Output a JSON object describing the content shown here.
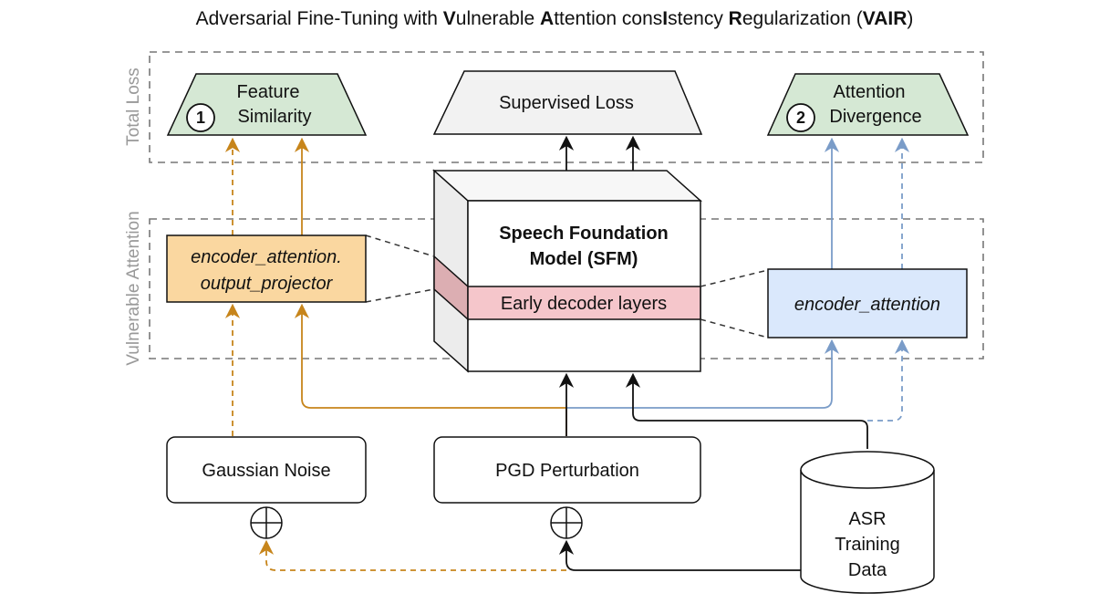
{
  "title": {
    "parts": [
      {
        "text": "Adversarial Fine-Tuning with ",
        "bold": false
      },
      {
        "text": "V",
        "bold": true
      },
      {
        "text": "ulnerable ",
        "bold": false
      },
      {
        "text": "A",
        "bold": true
      },
      {
        "text": "ttention cons",
        "bold": false
      },
      {
        "text": "I",
        "bold": true
      },
      {
        "text": "stency ",
        "bold": false
      },
      {
        "text": "R",
        "bold": true
      },
      {
        "text": "egularization (",
        "bold": false
      },
      {
        "text": "VAIR",
        "bold": true
      },
      {
        "text": ")",
        "bold": false
      }
    ]
  },
  "regions": {
    "total_loss": "Total Loss",
    "vulnerable_attention": "Vulnerable Attention"
  },
  "losses": {
    "feature_similarity": {
      "number": "1",
      "line1": "Feature",
      "line2": "Similarity"
    },
    "supervised": "Supervised Loss",
    "attention_divergence": {
      "number": "2",
      "line1": "Attention",
      "line2": "Divergence"
    }
  },
  "model": {
    "line1": "Speech Foundation",
    "line2": "Model (SFM)",
    "decoder_band": "Early decoder layers"
  },
  "modules": {
    "output_projector": {
      "line1": "encoder_attention.",
      "line2": "output_projector"
    },
    "encoder_attention": "encoder_attention"
  },
  "inputs": {
    "gaussian": "Gaussian Noise",
    "pgd": "PGD Perturbation",
    "asr": {
      "line1": "ASR",
      "line2": "Training",
      "line3": "Data"
    }
  },
  "colors": {
    "orange": "#c7851b",
    "blue": "#7a9cc8",
    "green_fill": "#d5e8d4",
    "gray_fill": "#f2f2f2",
    "orange_fill": "#fad7a0",
    "blue_fill": "#dae8fc",
    "pink_fill": "#f5c6cb"
  }
}
